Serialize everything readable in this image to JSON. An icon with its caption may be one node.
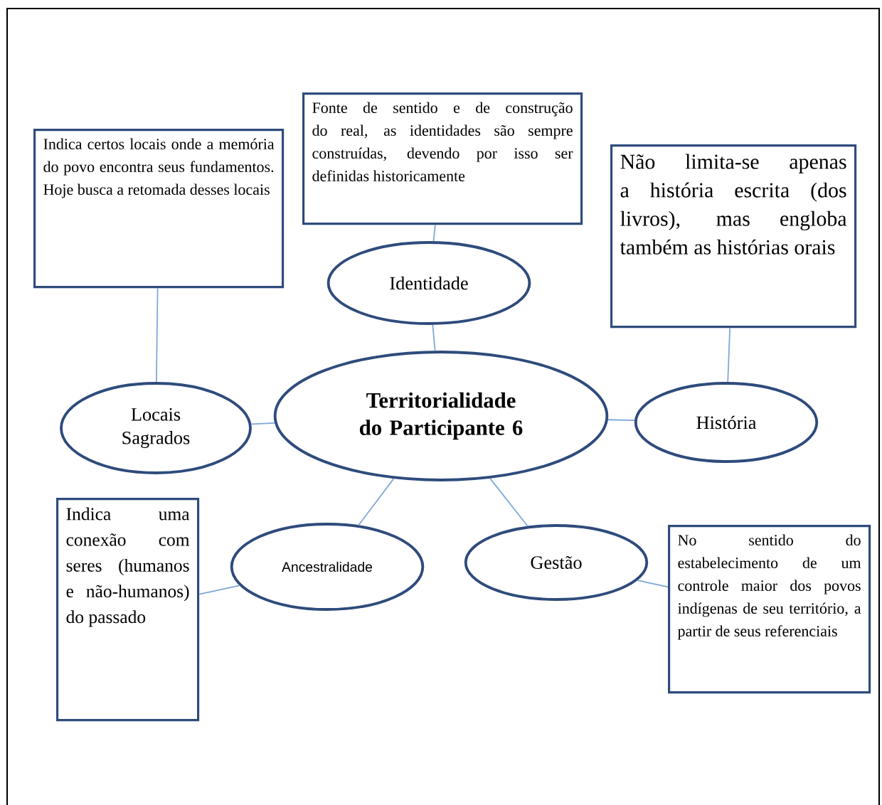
{
  "diagram": {
    "nodes": [
      {
        "text": [
          "Territorialidade do Participante 6"
        ]
      },
      {
        "text": [
          "Identidade"
        ]
      },
      {
        "text": [
          "Fonte de sentido e de construção do real, as identidades são sempre construídas, devendo por isso ser definidas historicamente"
        ]
      },
      {
        "text": [
          "Locais Sagrados"
        ]
      },
      {
        "text": [
          "Indica certos locais onde a memória do povo encontra seus fundamentos. Hoje busca a retomada desses locais"
        ]
      },
      {
        "text": [
          "História"
        ]
      },
      {
        "text": [
          "Não limita-se apenas a história escrita (dos livros), mas engloba também as histórias orais"
        ]
      },
      {
        "text": [
          "Ancestralidade"
        ]
      },
      {
        "text": [
          "Indica uma conexão com seres (humanos e não-humanos) do passado"
        ]
      },
      {
        "text": [
          "Gestão"
        ]
      },
      {
        "text": [
          "No sentido do estabelecimento de um controle maior dos povos indígenas de seu território, a partir de seus referenciais"
        ]
      }
    ],
    "edges": [
      {
        "from": 0,
        "to": 1,
        "arrow": "none"
      },
      {
        "from": 1,
        "to": 2,
        "arrow": "none"
      },
      {
        "from": 0,
        "to": 3,
        "arrow": "none"
      },
      {
        "from": 3,
        "to": 4,
        "arrow": "none"
      },
      {
        "from": 0,
        "to": 5,
        "arrow": "none"
      },
      {
        "from": 5,
        "to": 6,
        "arrow": "none"
      },
      {
        "from": 0,
        "to": 7,
        "arrow": "none"
      },
      {
        "from": 7,
        "to": 8,
        "arrow": "none"
      },
      {
        "from": 0,
        "to": 9,
        "arrow": "none"
      },
      {
        "from": 9,
        "to": 10,
        "arrow": "none"
      }
    ]
  }
}
